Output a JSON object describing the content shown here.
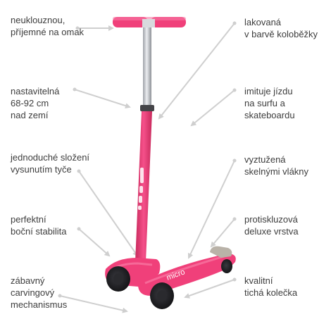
{
  "features": [
    {
      "lines": [
        "neuklouznou,",
        "příjemné na omak"
      ]
    },
    {
      "lines": [
        "nastavitelná",
        "68-92 cm",
        "nad zemí"
      ]
    },
    {
      "lines": [
        "jednoduché složení",
        "vysunutím tyče"
      ]
    },
    {
      "lines": [
        "perfektní",
        "boční stabilita"
      ]
    },
    {
      "lines": [
        "zábavný",
        "carvingový",
        "mechanismus"
      ]
    },
    {
      "lines": [
        "lakovaná",
        "v barvě koloběžky"
      ]
    },
    {
      "lines": [
        "imituje jízdu",
        "na surfu a",
        "skateboardu"
      ]
    },
    {
      "lines": [
        "vyztužená",
        "skelnými vlákny"
      ]
    },
    {
      "lines": [
        "protiskluzová",
        "deluxe vrstva"
      ]
    },
    {
      "lines": [
        "kvalitní",
        "tichá kolečka"
      ]
    }
  ],
  "colors": {
    "scooter_pink": "#f0407a",
    "scooter_pink_dark": "#c82a5c",
    "wheel": "#1e1e22",
    "stem_metal": "#c9cbd0",
    "pointer": "#cfcfcf",
    "text": "#3d3d3d"
  },
  "icons": [
    "scooter-illustration",
    "pointer-arrow"
  ]
}
